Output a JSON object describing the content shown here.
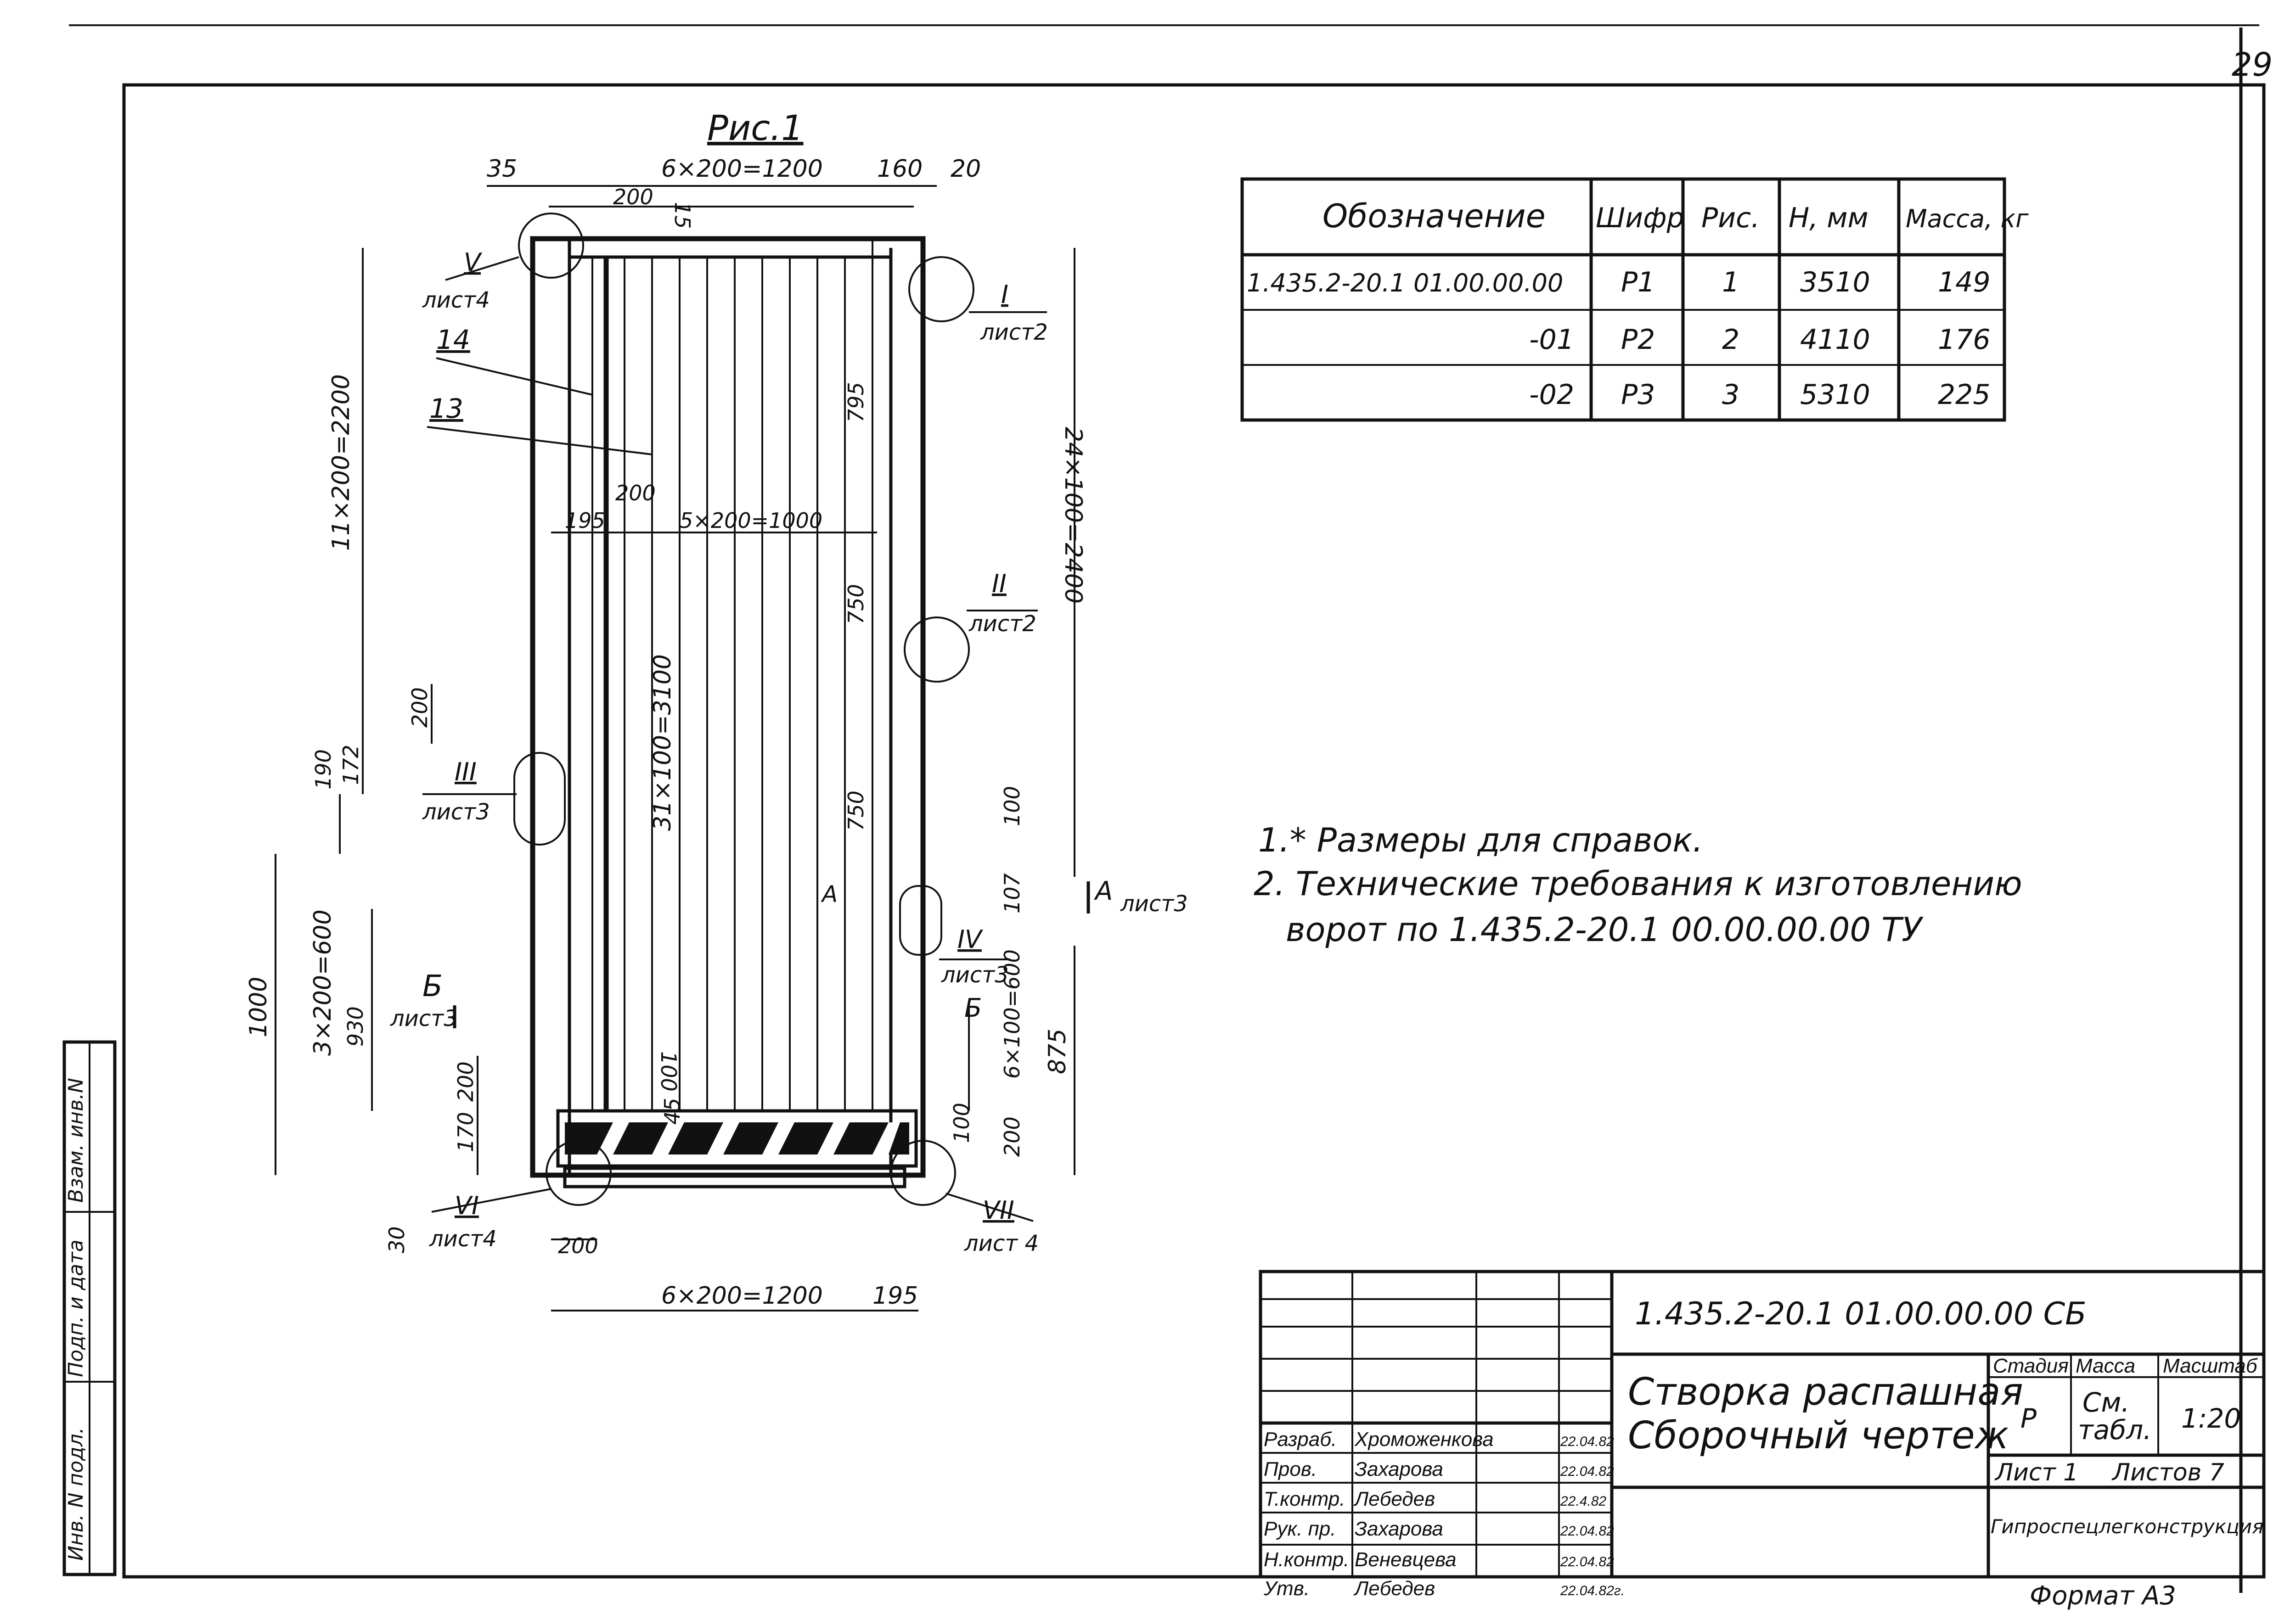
{
  "sheet_number": "29",
  "figure_title": "Рис.1",
  "dimensions": {
    "top_left": "35",
    "top_span": "6×200=1200",
    "top_right_a": "160",
    "top_right_b": "20",
    "top_small_200": "200",
    "top_small_15": "15",
    "left_upper": "11×200=2200",
    "right_upper": "24×100=2400",
    "inner_195": "195",
    "inner_span": "5×200=1000",
    "inner_200": "200",
    "inner_795": "795",
    "inner_750_a": "750",
    "inner_750_b": "750",
    "inner_vertical": "31×100=3100",
    "left_200": "200",
    "left_172": "172",
    "left_190": "190",
    "left_1000": "1000",
    "left_3x200": "3×200=600",
    "left_930": "930",
    "left_170": "170",
    "left_200b": "200",
    "left_30": "30",
    "right_100": "100",
    "right_107": "107",
    "right_875": "875",
    "right_6x100": "6×100=600",
    "right_100b": "100",
    "right_200": "200",
    "inner_100": "100",
    "inner_45": "45",
    "bottom_200": "200",
    "bottom_span": "6×200=1200",
    "bottom_195": "195"
  },
  "callouts": {
    "v": {
      "roman": "V",
      "sheet": "лист4"
    },
    "i": {
      "roman": "I",
      "sheet": "лист2"
    },
    "ii": {
      "roman": "II",
      "sheet": "лист2"
    },
    "iii": {
      "roman": "III",
      "sheet": "лист3"
    },
    "iv": {
      "roman": "IV",
      "sheet": "лист3"
    },
    "vi": {
      "roman": "VI",
      "sheet": "лист4"
    },
    "vii": {
      "roman": "VII",
      "sheet": "лист 4"
    },
    "b_section": {
      "letter": "Б",
      "sheet": "лист3"
    },
    "b_right": {
      "letter": "Б"
    },
    "a_section": {
      "letter": "А",
      "sheet": "лист3"
    },
    "a_left": {
      "letter": "А"
    },
    "item_14": "14",
    "item_13": "13"
  },
  "spec_table": {
    "headers": [
      "Обозначение",
      "Шифр",
      "Рис.",
      "Н, мм",
      "Масса, кг"
    ],
    "rows": [
      [
        "1.435.2-20.1 01.00.00.00",
        "Р1",
        "1",
        "3510",
        "149"
      ],
      [
        "-01",
        "Р2",
        "2",
        "4110",
        "176"
      ],
      [
        "-02",
        "Р3",
        "3",
        "5310",
        "225"
      ]
    ]
  },
  "notes": [
    "1.* Размеры для справок.",
    "2. Технические требования к изготовлению",
    "ворот по 1.435.2-20.1 00.00.00.00 ТУ"
  ],
  "title_block": {
    "code": "1.435.2-20.1   01.00.00.00 СБ",
    "name_line1": "Створка распашная",
    "name_line2": "Сборочный чертеж",
    "stage_label": "Стадия",
    "mass_label": "Масса",
    "scale_label": "Масштаб",
    "stage_value": "Р",
    "mass_value_1": "См.",
    "mass_value_2": "табл.",
    "scale_value": "1:20",
    "sheet_label": "Лист 1",
    "sheets_label": "Листов 7",
    "organization": "Гипроспецлегконструкция",
    "format": "Формат А3",
    "signers": [
      {
        "role": "Разраб.",
        "name": "Хроможенкова",
        "date": "22.04.82"
      },
      {
        "role": "Пров.",
        "name": "Захарова",
        "date": "22.04.82"
      },
      {
        "role": "Т.контр.",
        "name": "Лебедев",
        "date": "22.4.82"
      },
      {
        "role": "Рук. пр.",
        "name": "Захарова",
        "date": "22.04.82"
      },
      {
        "role": "Н.контр.",
        "name": "Веневцева",
        "date": "22.04.82"
      },
      {
        "role": "Утв.",
        "name": "Лебедев",
        "date": "22.04.82г."
      }
    ]
  },
  "side_stamp": [
    "Инв. N подл.",
    "Подп. и дата",
    "Взам. инв.N"
  ]
}
